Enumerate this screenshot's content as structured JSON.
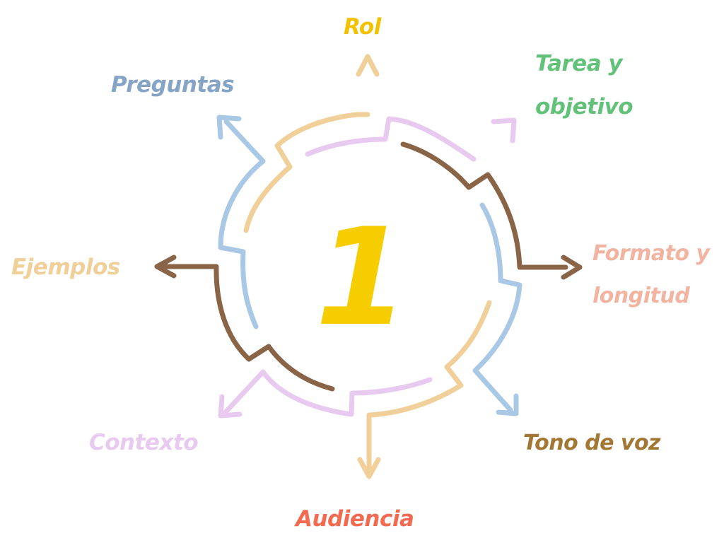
{
  "center": {
    "text": "1",
    "color": "#f5cd00"
  },
  "labels": {
    "rol": {
      "text": "Rol",
      "color": "#f2c200"
    },
    "tarea_1": {
      "text": "Tarea y",
      "color": "#63c27a"
    },
    "tarea_2": {
      "text": "objetivo",
      "color": "#63c27a"
    },
    "formato_1": {
      "text": "Formato y",
      "color": "#f2b3a0"
    },
    "formato_2": {
      "text": "longitud",
      "color": "#f2b3a0"
    },
    "tono": {
      "text": "Tono de voz",
      "color": "#a27734"
    },
    "audiencia": {
      "text": "Audiencia",
      "color": "#f26b50"
    },
    "contexto": {
      "text": "Contexto",
      "color": "#e8c9ef"
    },
    "ejemplos": {
      "text": "Ejemplos",
      "color": "#f0cf99"
    },
    "preguntas": {
      "text": "Preguntas",
      "color": "#86a4c6"
    }
  },
  "colors": {
    "orange_arrow": "#f0cf99",
    "lilac_arrow": "#e8c9ef",
    "brown_arrow": "#8a6446",
    "blue_arrow": "#a9c8e6"
  }
}
